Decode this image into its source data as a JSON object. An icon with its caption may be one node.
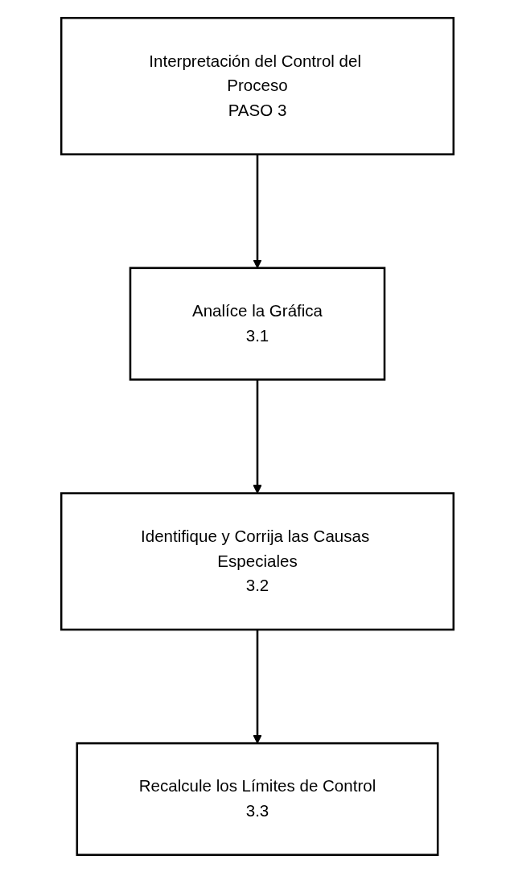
{
  "diagram": {
    "nodes": [
      {
        "text": [
          "Interpretación del Control del Proceso",
          "PASO 3"
        ]
      },
      {
        "text": [
          "Analíce la Gráfica",
          "3.1"
        ]
      },
      {
        "text": [
          "Identifique y Corrija las Causas Especiales",
          "3.2"
        ]
      },
      {
        "text": [
          "Recalcule los Límites de Control",
          "3.3"
        ]
      }
    ],
    "edges": [
      {
        "from": 0,
        "to": 1,
        "arrow": "to"
      },
      {
        "from": 1,
        "to": 2,
        "arrow": "to"
      },
      {
        "from": 2,
        "to": 3,
        "arrow": "to"
      }
    ]
  }
}
